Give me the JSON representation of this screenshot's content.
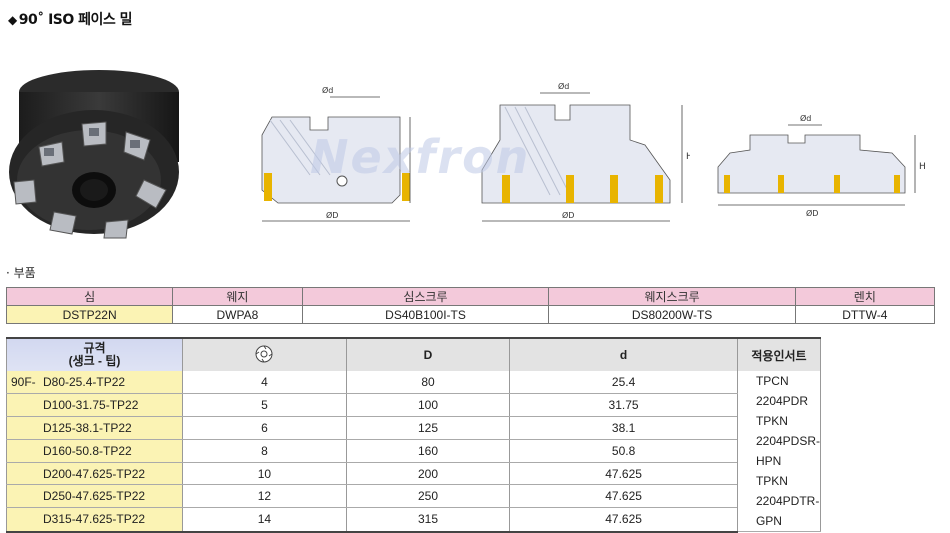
{
  "title": "90˚ ISO 페이스 밀",
  "title_symbol": "◆",
  "watermark": "Nexfron",
  "drawings": {
    "dim_d": "Ød",
    "dim_D": "ØD",
    "dim_H": "H"
  },
  "parts": {
    "label": "· 부품",
    "headers": [
      "심",
      "웨지",
      "심스크루",
      "웨지스크루",
      "렌치"
    ],
    "values": [
      "DSTP22N",
      "DWPA8",
      "DS40B100I-TS",
      "DS80200W-TS",
      "DTTW-4"
    ]
  },
  "spec": {
    "header_model_line1": "규격",
    "header_model_line2": "(생크 - 팁)",
    "header_D": "D",
    "header_d": "d",
    "header_insert": "적용인서트",
    "rows": [
      {
        "prefix": "90F-",
        "model": "D80-25.4-TP22",
        "teeth": "4",
        "D": "80",
        "d": "25.4"
      },
      {
        "prefix": "",
        "model": "D100-31.75-TP22",
        "teeth": "5",
        "D": "100",
        "d": "31.75"
      },
      {
        "prefix": "",
        "model": "D125-38.1-TP22",
        "teeth": "6",
        "D": "125",
        "d": "38.1"
      },
      {
        "prefix": "",
        "model": "D160-50.8-TP22",
        "teeth": "8",
        "D": "160",
        "d": "50.8"
      },
      {
        "prefix": "",
        "model": "D200-47.625-TP22",
        "teeth": "10",
        "D": "200",
        "d": "47.625"
      },
      {
        "prefix": "",
        "model": "D250-47.625-TP22",
        "teeth": "12",
        "D": "250",
        "d": "47.625"
      },
      {
        "prefix": "",
        "model": "D315-47.625-TP22",
        "teeth": "14",
        "D": "315",
        "d": "47.625"
      }
    ],
    "inserts": [
      "TPCN 2204PDR",
      "TPKN 2204PDSR-HPN",
      "TPKN 2204PDTR-GPN"
    ]
  },
  "colors": {
    "parts_header_bg": "#f3c9da",
    "model_cell_bg": "#fbf3b4",
    "spec_header_bg": "#e3e3e3",
    "insert_gold": "#e8b400"
  }
}
